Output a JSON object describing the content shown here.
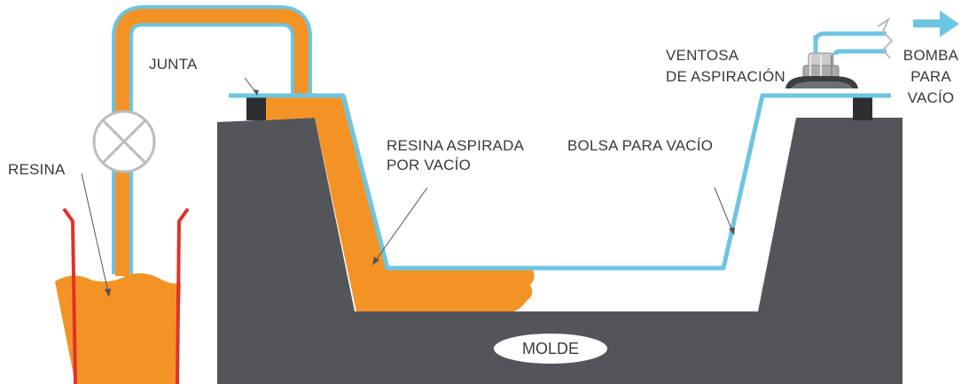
{
  "labels": {
    "junta": "JUNTA",
    "resina": "RESINA",
    "resina_aspirada_1": "RESINA ASPIRADA",
    "resina_aspirada_2": "POR VACÍO",
    "bolsa": "BOLSA PARA VACÍO",
    "ventosa_1": "VENTOSA",
    "ventosa_2": "DE ASPIRACIÓN",
    "bomba_1": "BOMBA",
    "bomba_2": "PARA",
    "bomba_3": "VACÍO",
    "molde": "MOLDE"
  },
  "colors": {
    "resin": "#F39325",
    "bag_line": "#6CC5E3",
    "mold": "#54555A",
    "container": "#E0322B",
    "valve": "#B9BCC0"
  }
}
